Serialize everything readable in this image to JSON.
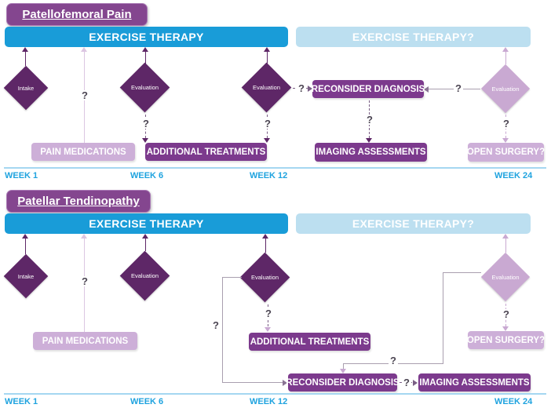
{
  "colors": {
    "therapy_bar_blue": "#199CD8",
    "therapy_bar_light_blue": "#BCDFF0",
    "box_dark_purple": "#7C3A8D",
    "box_light_purple": "#CDAFD8",
    "diamond_dark_purple": "#5E2767",
    "diamond_light_purple": "#C9A9D2",
    "title_purple": "#84468F",
    "week_label_blue": "#1FA3DF",
    "timeline_blue": "#A5D7F1"
  },
  "diagrams": [
    {
      "title": "Patellofemoral Pain",
      "exercise_therapy_bar": "EXERCISE THERAPY",
      "exercise_therapy_question_bar": "EXERCISE THERAPY?",
      "intake_diamond": "Intake",
      "evaluation_week6_diamond": "Evaluation",
      "evaluation_week12_diamond": "Evaluation",
      "evaluation_week24_diamond": "Evaluation",
      "pain_medications_box": "PAIN MEDICATIONS",
      "additional_treatments_box": "ADDITIONAL TREATMENTS",
      "reconsider_diagnosis_box": "RECONSIDER DIAGNOSIS",
      "imaging_assessments_box": "IMAGING ASSESSMENTS",
      "open_surgery_box": "OPEN SURGERY?",
      "weeks": [
        "WEEK 1",
        "WEEK 6",
        "WEEK 12",
        "WEEK 24"
      ],
      "question_mark": "?"
    },
    {
      "title": "Patellar Tendinopathy",
      "exercise_therapy_bar": "EXERCISE THERAPY",
      "exercise_therapy_question_bar": "EXERCISE THERAPY?",
      "intake_diamond": "Intake",
      "evaluation_week6_diamond": "Evaluation",
      "evaluation_week12_diamond": "Evaluation",
      "evaluation_week24_diamond": "Evaluation",
      "pain_medications_box": "PAIN MEDICATIONS",
      "additional_treatments_box": "ADDITIONAL TREATMENTS",
      "reconsider_diagnosis_box": "RECONSIDER DIAGNOSIS",
      "imaging_assessments_box": "IMAGING ASSESSMENTS",
      "open_surgery_box": "OPEN SURGERY?",
      "weeks": [
        "WEEK 1",
        "WEEK 6",
        "WEEK 12",
        "WEEK 24"
      ],
      "question_mark": "?"
    }
  ]
}
